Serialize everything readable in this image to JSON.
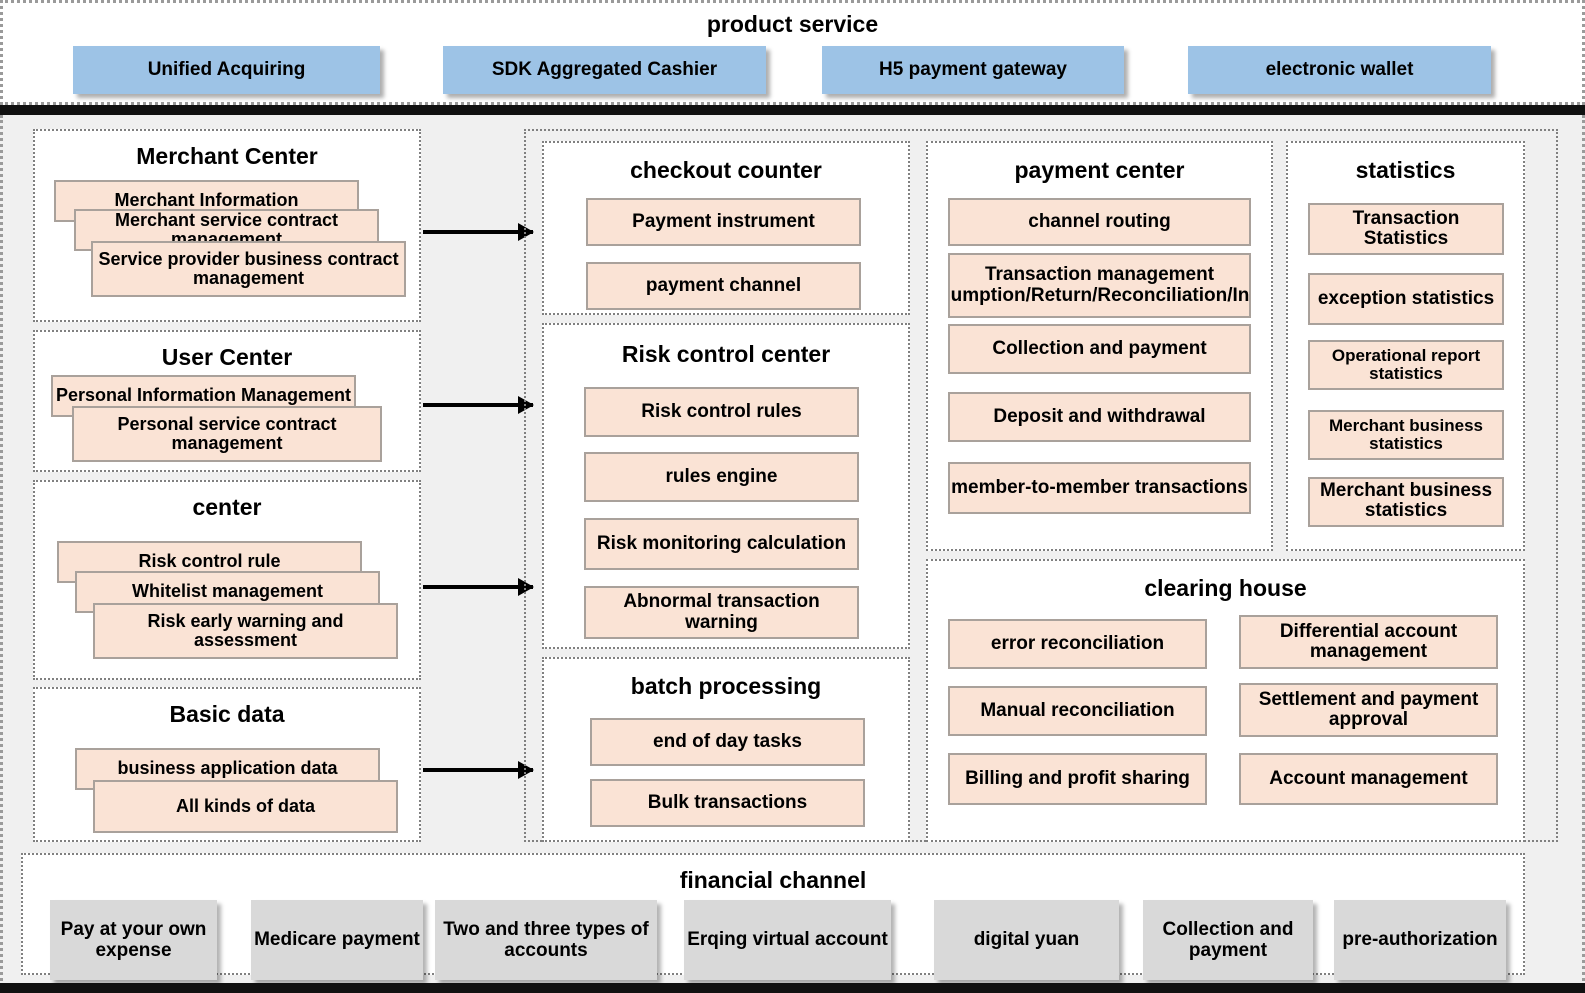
{
  "product_service": {
    "title": "product service",
    "items": [
      {
        "label": "Unified Acquiring"
      },
      {
        "label": "SDK Aggregated Cashier"
      },
      {
        "label": "H5 payment gateway"
      },
      {
        "label": "electronic wallet"
      }
    ]
  },
  "left_column": {
    "merchant_center": {
      "title": "Merchant Center",
      "items": [
        {
          "label": "Merchant Information"
        },
        {
          "label": "Merchant service contract management"
        },
        {
          "label": "Service provider business contract management"
        }
      ]
    },
    "user_center": {
      "title": "User Center",
      "items": [
        {
          "label": "Personal Information Management"
        },
        {
          "label": "Personal service contract management"
        }
      ]
    },
    "risk_center": {
      "title": "center",
      "items": [
        {
          "label": "Risk control rule"
        },
        {
          "label": "Whitelist management"
        },
        {
          "label": "Risk early warning and assessment"
        }
      ]
    },
    "basic_data": {
      "title": "Basic data",
      "items": [
        {
          "label": "business application data"
        },
        {
          "label": "All kinds of data"
        }
      ]
    }
  },
  "middle_column": {
    "checkout_counter": {
      "title": "checkout counter",
      "items": [
        {
          "label": "Payment instrument"
        },
        {
          "label": "payment channel"
        }
      ]
    },
    "risk_control_center": {
      "title": "Risk control center",
      "items": [
        {
          "label": "Risk control rules"
        },
        {
          "label": "rules engine"
        },
        {
          "label": "Risk monitoring calculation"
        },
        {
          "label": "Abnormal transaction warning"
        }
      ]
    },
    "batch_processing": {
      "title": "batch processing",
      "items": [
        {
          "label": "end of day tasks"
        },
        {
          "label": "Bulk transactions"
        }
      ]
    }
  },
  "payment_center": {
    "title": "payment center",
    "items": [
      {
        "label": "channel routing"
      },
      {
        "label": "Transaction management (Consumption/Return/Reconciliation/Inquiry)"
      },
      {
        "label": "Collection and payment"
      },
      {
        "label": "Deposit and withdrawal"
      },
      {
        "label": "member-to-member transactions"
      }
    ]
  },
  "statistics": {
    "title": "statistics",
    "items": [
      {
        "label": "Transaction Statistics"
      },
      {
        "label": "exception statistics"
      },
      {
        "label": "Operational report statistics"
      },
      {
        "label": "Merchant business statistics"
      },
      {
        "label": "Merchant business statistics"
      }
    ]
  },
  "clearing_house": {
    "title": "clearing house",
    "left_items": [
      {
        "label": "error reconciliation"
      },
      {
        "label": "Manual reconciliation"
      },
      {
        "label": "Billing and profit sharing"
      }
    ],
    "right_items": [
      {
        "label": "Differential account management"
      },
      {
        "label": "Settlement and payment approval"
      },
      {
        "label": "Account management"
      }
    ]
  },
  "financial_channel": {
    "title": "financial channel",
    "items": [
      {
        "label": "Pay at your own expense"
      },
      {
        "label": "Medicare payment"
      },
      {
        "label": "Two and three types of accounts"
      },
      {
        "label": "Erqing virtual account"
      },
      {
        "label": "digital yuan"
      },
      {
        "label": "Collection and payment"
      },
      {
        "label": "pre-authorization"
      }
    ]
  },
  "colors": {
    "product_box": "#9DC3E6",
    "capability_box": "#FAE3D5",
    "capability_border": "#A9A19B",
    "channel_box": "#D9D9D9",
    "canvas": "#F0F0F0",
    "group_border": "#808080"
  }
}
